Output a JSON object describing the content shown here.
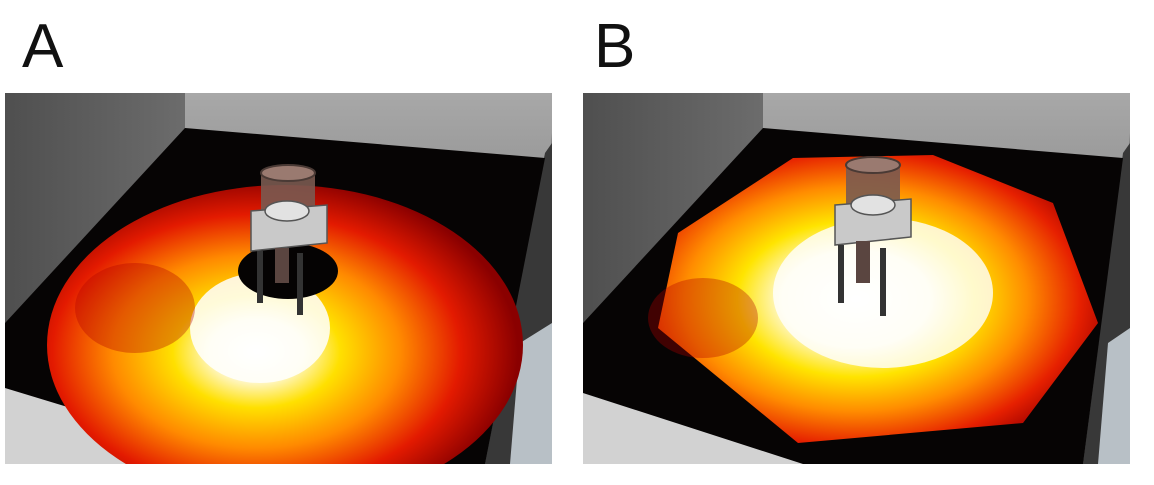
{
  "figure": {
    "panels": [
      {
        "label": "A",
        "heatmap_shape": "circle"
      },
      {
        "label": "B",
        "heatmap_shape": "octagon"
      }
    ]
  },
  "colors": {
    "heat_white": "#ffffff",
    "heat_yellow": "#ffe600",
    "heat_orange": "#ff7a00",
    "heat_red": "#d40000",
    "heat_dark": "#3a0000",
    "floor": "#050303",
    "wall_back": "#9a9a9a",
    "wall_left": "#5e5e5e",
    "wall_right": "#3a3a3a",
    "ledge": "#d0d0d0",
    "robot_body": "#c8c8c8",
    "robot_cup": "#7a5a50"
  },
  "icons": {
    "robot": "robot-icon",
    "cup": "cup-icon"
  }
}
